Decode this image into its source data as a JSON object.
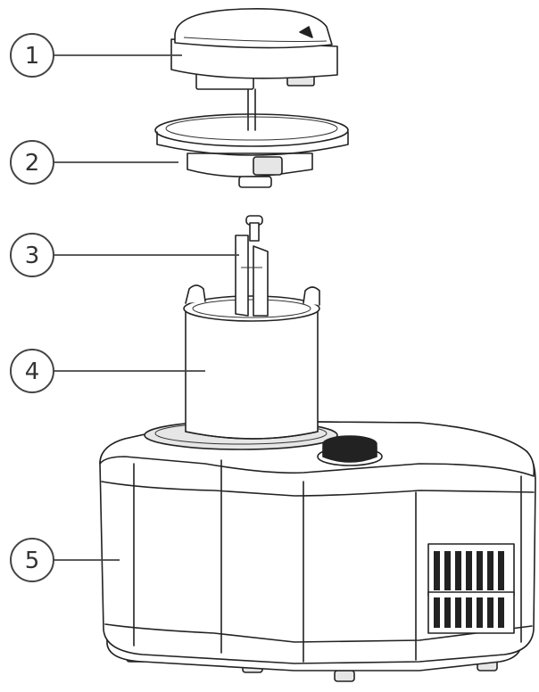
{
  "callouts": [
    {
      "id": "lid",
      "number": "1"
    },
    {
      "id": "lid-ring",
      "number": "2"
    },
    {
      "id": "paddle",
      "number": "3"
    },
    {
      "id": "bowl",
      "number": "4"
    },
    {
      "id": "base",
      "number": "5"
    }
  ]
}
